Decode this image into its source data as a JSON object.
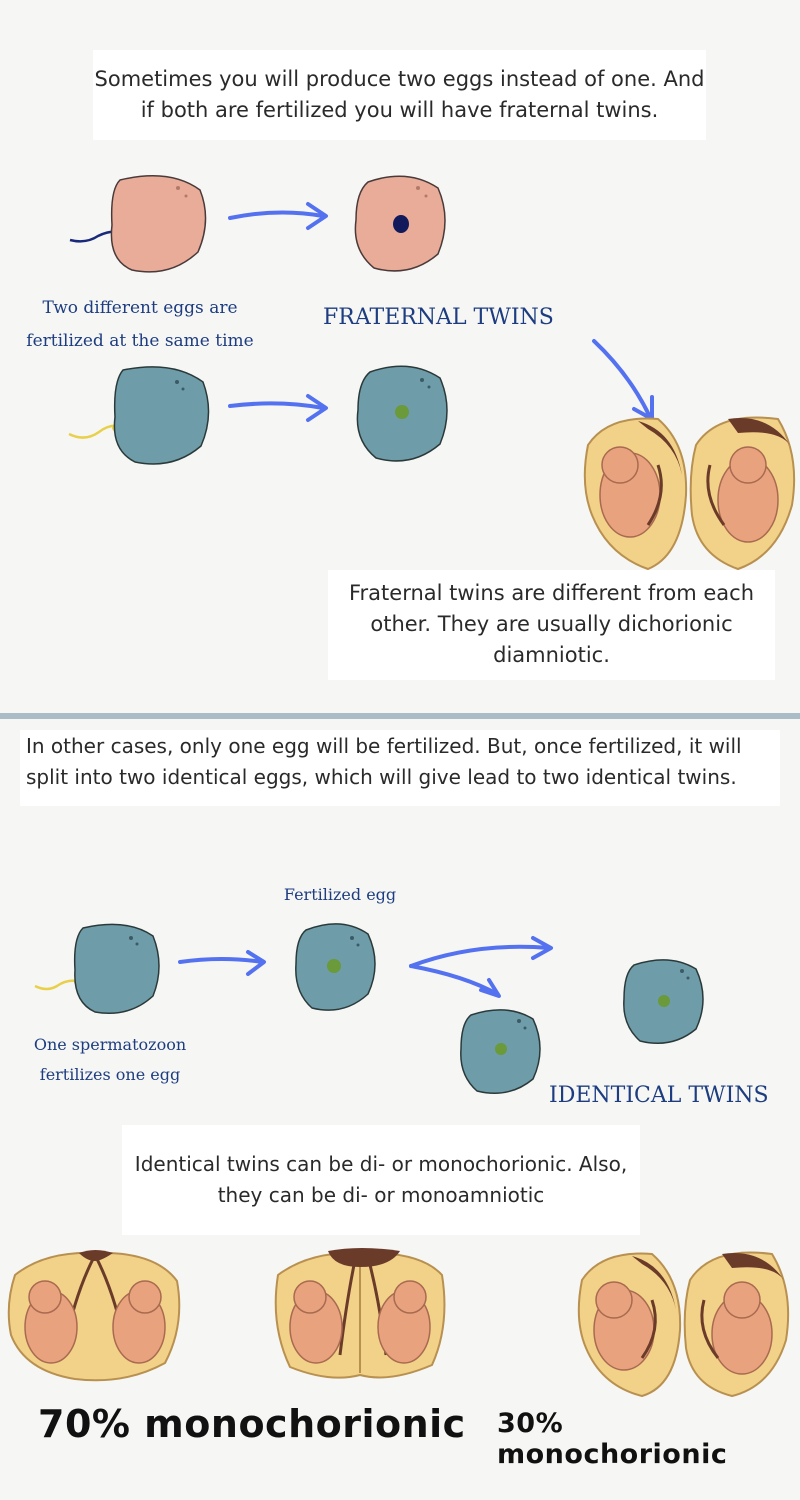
{
  "intro_text": "Sometimes you will produce two eggs instead of one. And if both are fertilized you will have fraternal twins.",
  "two_eggs_label": "Two different eggs are fertilized at the same time",
  "fraternal_title": "FRATERNAL TWINS",
  "fraternal_desc": "Fraternal twins are different from each other. They are usually dichorionic diamniotic.",
  "other_cases_text": "In other cases, only one egg will be fertilized. But, once fertilized, it will split into two identical eggs, which will give lead to two identical twins.",
  "fertilized_egg_label": "Fertilized egg",
  "one_sperm_label": "One spermatozoon fertilizes one egg",
  "identical_title": "IDENTICAL TWINS",
  "identical_desc": "Identical twins can be di- or monochorionic. Also, they can be di- or monoamniotic",
  "stat_left": "70% monochorionic",
  "stat_right": "30% monochorionic",
  "colors": {
    "pink_egg": "#e8ac98",
    "blue_egg": "#6f9ca9",
    "arrow": "#5472f0",
    "title_blue": "#1d3d80",
    "sac_yellow": "#f2d188",
    "placenta": "#6b3b2a",
    "fetus": "#e9a27e"
  }
}
